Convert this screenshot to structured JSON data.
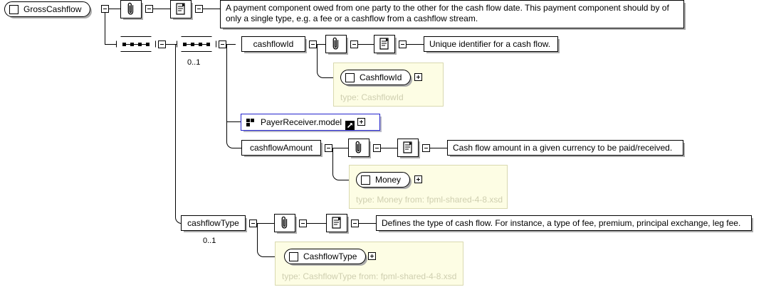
{
  "diagram": {
    "title": "GrossCashflow",
    "root": {
      "name": "GrossCashflow",
      "icon": "element-icon",
      "description": "A payment component owed from one party to the other for the cash flow date. This payment component should by of only a single type, e.g. a fee or a cashflow from a cashflow stream."
    },
    "compositors": [
      {
        "name": "sequence-outer",
        "kind": "sequence",
        "cardinality": ""
      },
      {
        "name": "sequence-inner",
        "kind": "sequence",
        "cardinality": "0..1"
      }
    ],
    "elements": [
      {
        "name": "cashflowId",
        "cardinality": "",
        "description": "Unique identifier for a cash flow.",
        "type_name": "CashflowId",
        "type_label": "type: CashflowId"
      },
      {
        "name": "cashflowAmount",
        "cardinality": "",
        "description": "Cash flow amount in a given currency to be paid/received.",
        "type_name": "Money",
        "type_label": "type: Money from: fpml-shared-4-8.xsd"
      },
      {
        "name": "cashflowType",
        "cardinality": "0..1",
        "description": "Defines the type of cash flow. For instance, a type of fee, premium, principal exchange, leg fee.",
        "type_name": "CashflowType",
        "type_label": "type: CashflowType from: fpml-shared-4-8.xsd"
      }
    ],
    "group_reference": {
      "name": "PayerReceiver.model",
      "icon": "group-icon",
      "link_icon": "external-link-icon",
      "expand": "+"
    },
    "icons": {
      "annotation": "paperclip-icon",
      "documentation": "document-scroll-icon",
      "collapse": "-",
      "expand": "+"
    },
    "colors": {
      "line": "#000000",
      "box_border": "#000000",
      "shadow": "#aaaaaa",
      "type_panel_bg": "#fdfde4",
      "type_panel_border": "#d9d9b0",
      "type_label_text": "#cfcfb0",
      "group_border": "#2222cc",
      "background": "#ffffff"
    }
  }
}
